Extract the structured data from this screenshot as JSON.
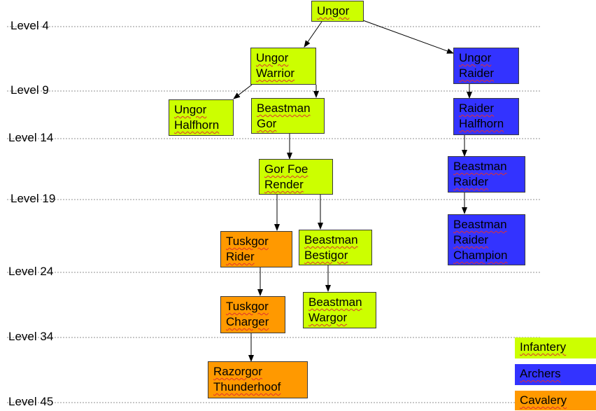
{
  "levels": [
    "Level 4",
    "Level 9",
    "Level 14",
    "Level 19",
    "Level 24",
    "Level 34",
    "Level 45"
  ],
  "nodes": {
    "ungor": [
      "Ungor"
    ],
    "ungor_warrior": [
      "Ungor",
      "Warrior"
    ],
    "ungor_raider": [
      "Ungor",
      "Raider"
    ],
    "ungor_halfhorn": [
      "Ungor",
      "Halfhorn"
    ],
    "beastman_gor": [
      "Beastman",
      "Gor"
    ],
    "raider_halfhorn": [
      "Raider",
      "Halfhorn"
    ],
    "gor_foe_render": [
      "Gor Foe",
      "Render"
    ],
    "beastman_raider": [
      "Beastman",
      "Raider"
    ],
    "tuskgor_rider": [
      "Tuskgor",
      "Rider"
    ],
    "beastman_bestigor": [
      "Beastman",
      "Bestigor"
    ],
    "beastman_raider_champion": [
      "Beastman",
      "Raider",
      "Champion"
    ],
    "tuskgor_charger": [
      "Tuskgor",
      "Charger"
    ],
    "beastman_wargor": [
      "Beastman",
      "Wargor"
    ],
    "razorgor_thunderhoof": [
      "Razorgor",
      "Thunderhoof"
    ]
  },
  "legend": {
    "infantry": "Infantery",
    "archers": "Archers",
    "cavalry": "Cavalery"
  },
  "colors": {
    "infantry": "#ccff00",
    "archers": "#3333ff",
    "cavalry": "#ff9900"
  }
}
